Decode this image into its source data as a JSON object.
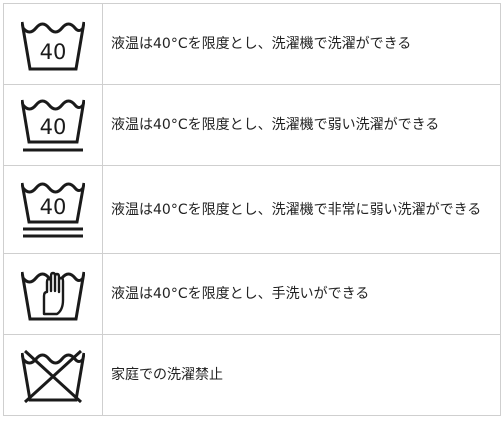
{
  "rows": [
    {
      "icon": "wash-tub-40-icon",
      "temperature": "40",
      "text": "液温は40°Cを限度とし、洗濯機で洗濯ができる"
    },
    {
      "icon": "wash-tub-40-gentle-icon",
      "temperature": "40",
      "text": "液温は40°Cを限度とし、洗濯機で弱い洗濯ができる"
    },
    {
      "icon": "wash-tub-40-very-gentle-icon",
      "temperature": "40",
      "text": "液温は40°Cを限度とし、洗濯機で非常に弱い洗濯ができる"
    },
    {
      "icon": "hand-wash-icon",
      "text": "液温は40°Cを限度とし、手洗いができる"
    },
    {
      "icon": "do-not-wash-icon",
      "text": "家庭での洗濯禁止"
    }
  ]
}
